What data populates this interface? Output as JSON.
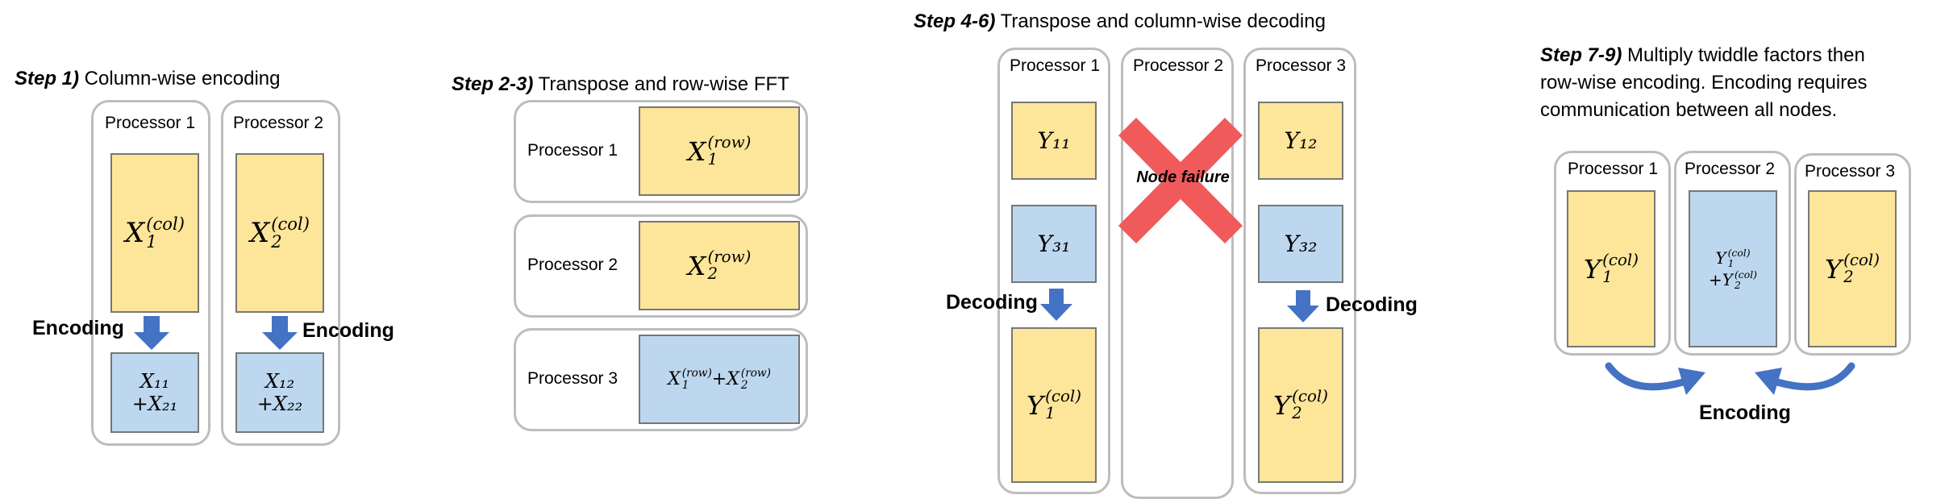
{
  "colors": {
    "yellow_block": "#fde59a",
    "blue_block": "#bdd7ee",
    "arrow_blue": "#4472c4",
    "failure_red": "#f05a5a",
    "processor_border": "#bdbdbd"
  },
  "step1": {
    "title_bold": "Step 1)",
    "title_text": " Column-wise encoding",
    "proc1": {
      "label": "Processor 1",
      "top_sym": "X",
      "top_sup": "(col)",
      "top_sub": "1",
      "bottom_line1": "X₁₁",
      "bottom_line2": "+X₂₁"
    },
    "proc2": {
      "label": "Processor 2",
      "top_sym": "X",
      "top_sup": "(col)",
      "top_sub": "2",
      "bottom_line1": "X₁₂",
      "bottom_line2": "+X₂₂"
    },
    "encoding_left": "Encoding",
    "encoding_right": "Encoding"
  },
  "step23": {
    "title_bold": "Step 2-3)",
    "title_text": " Transpose and row-wise FFT",
    "rows": [
      {
        "label": "Processor 1",
        "sym": "X",
        "sup": "(row)",
        "sub": "1"
      },
      {
        "label": "Processor 2",
        "sym": "X",
        "sup": "(row)",
        "sub": "2"
      },
      {
        "label": "Processor 3",
        "sym": "X",
        "sup": "(row)",
        "sub": "1",
        "sym2": "X",
        "sup2": "(row)",
        "sub2": "2"
      }
    ]
  },
  "step46": {
    "title_bold": "Step 4-6)",
    "title_text": " Transpose and column-wise decoding",
    "proc1": {
      "label": "Processor 1",
      "y_top": "Y₁₁",
      "y_mid": "Y₃₁",
      "bottom_sym": "Y",
      "bottom_sup": "(col)",
      "bottom_sub": "1"
    },
    "proc2": {
      "label": "Processor 2",
      "failure": "Node failure"
    },
    "proc3": {
      "label": "Processor 3",
      "y_top": "Y₁₂",
      "y_mid": "Y₃₂",
      "bottom_sym": "Y",
      "bottom_sup": "(col)",
      "bottom_sub": "2"
    },
    "decoding_left": "Decoding",
    "decoding_right": "Decoding"
  },
  "step79": {
    "title_bold": "Step 7-9)",
    "desc_line1": " Multiply twiddle factors then",
    "desc_line2": "row-wise encoding. Encoding requires",
    "desc_line3": "communication between all nodes.",
    "proc1": {
      "label": "Processor 1",
      "sym": "Y",
      "sup": "(col)",
      "sub": "1"
    },
    "proc2": {
      "label": "Processor 2",
      "line1_sym": "Y",
      "line1_sup": "(col)",
      "line1_sub": "1",
      "line2_prefix": "+Y",
      "line2_sup": "(col)",
      "line2_sub": "2"
    },
    "proc3": {
      "label": "Processor 3",
      "sym": "Y",
      "sup": "(col)",
      "sub": "2"
    },
    "encoding": "Encoding"
  }
}
